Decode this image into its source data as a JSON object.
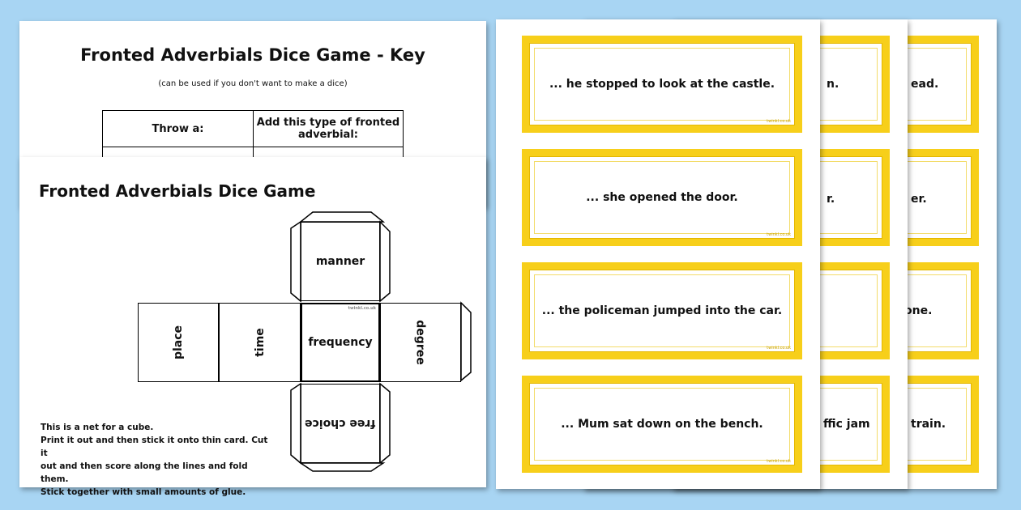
{
  "key": {
    "title": "Fronted Adverbials Dice Game - Key",
    "subtitle": "(can be used if you don't want to make a dice)",
    "col1": "Throw a:",
    "col2": "Add this type of fronted adverbial:"
  },
  "dice": {
    "title": "Fronted Adverbials Dice Game",
    "faces": {
      "top": "manner",
      "place": "place",
      "time": "time",
      "center": "frequency",
      "right": "degree",
      "bottom": "free choice"
    },
    "credit": "twinkl.co.uk",
    "instructions": [
      "This is a net for a cube.",
      "Print it out and then stick it onto thin card. Cut it",
      "out and then score along the lines and fold them.",
      "Stick together with small amounts of glue."
    ]
  },
  "cards": {
    "front": [
      "... he stopped to look at the castle.",
      "... she opened the door.",
      "... the policeman jumped into the car.",
      "... Mum sat down on the bench."
    ],
    "middle_peek": [
      "n.",
      "r.",
      "",
      "ffic jam"
    ],
    "back_peek": [
      "ead.",
      "er.",
      "ryone.",
      "train."
    ],
    "credit": "twinkl.co.uk"
  },
  "colors": {
    "background": "#a8d5f3",
    "card_border": "#f7cf1a"
  }
}
